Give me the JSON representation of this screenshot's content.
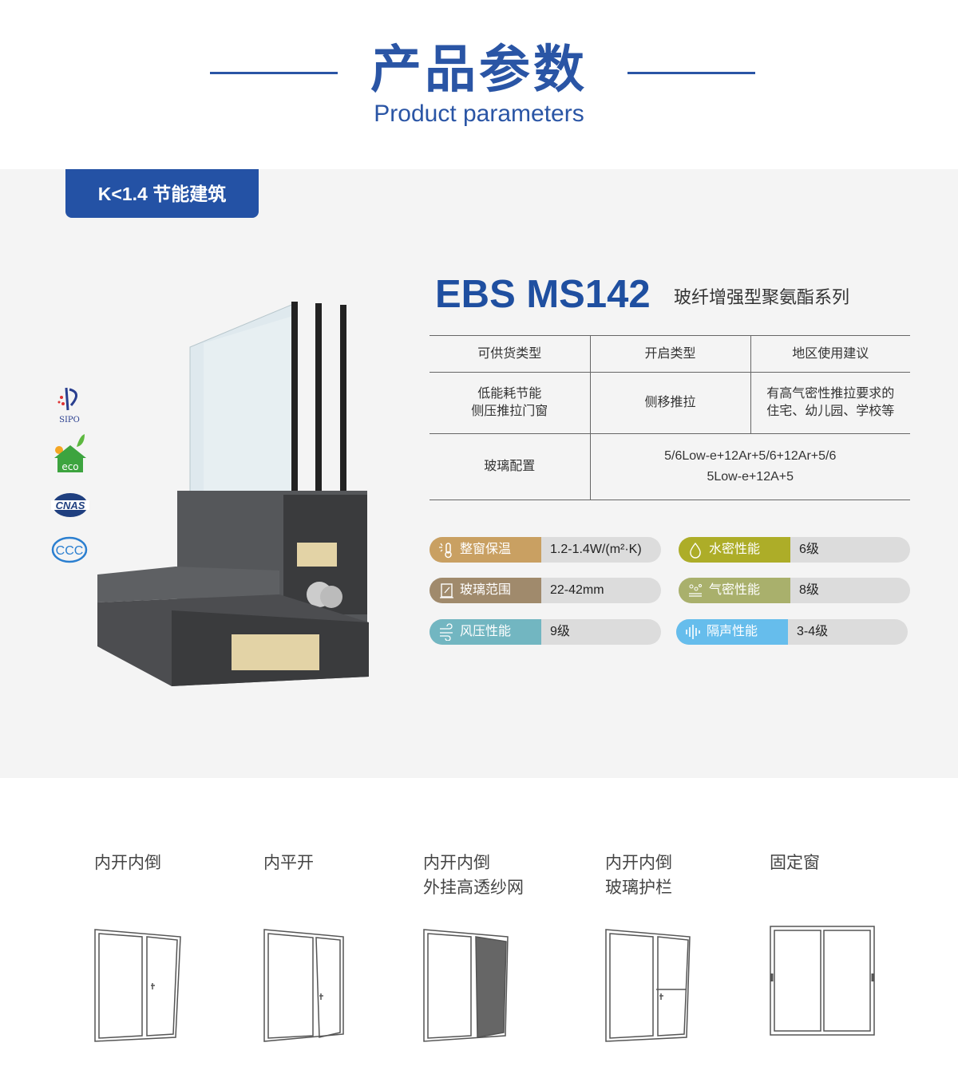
{
  "header": {
    "title": "产品参数",
    "subtitle": "Product parameters"
  },
  "badge": "K<1.4 节能建筑",
  "product": {
    "model": "EBS MS142",
    "series": "玻纤增强型聚氨酯系列"
  },
  "certifications": [
    {
      "name": "SIPO",
      "label": "SIPO"
    },
    {
      "name": "eco",
      "label": "eco"
    },
    {
      "name": "CNAS",
      "label": "CNAS"
    },
    {
      "name": "CCC",
      "label": "CCC"
    }
  ],
  "table": {
    "headers": [
      "可供货类型",
      "开启类型",
      "地区使用建议"
    ],
    "row1": [
      "低能耗节能\n侧压推拉门窗",
      "侧移推拉",
      "有高气密性推拉要求的\n住宅、幼儿园、学校等"
    ],
    "row2": {
      "label": "玻璃配置",
      "value_line1": "5/6Low-e+12Ar+5/6+12Ar+5/6",
      "value_line2": "5Low-e+12A+5"
    }
  },
  "specs": [
    {
      "label": "整窗保温",
      "value": "1.2-1.4W/(m²·K)",
      "icon": "thermometer-icon",
      "color": "#c9a062"
    },
    {
      "label": "水密性能",
      "value": "6级",
      "icon": "water-drop-icon",
      "color": "#adad28"
    },
    {
      "label": "玻璃范围",
      "value": "22-42mm",
      "icon": "glass-icon",
      "color": "#a08a6c"
    },
    {
      "label": "气密性能",
      "value": "8级",
      "icon": "air-icon",
      "color": "#a9b06c"
    },
    {
      "label": "风压性能",
      "value": "9级",
      "icon": "wind-icon",
      "color": "#72b6c1"
    },
    {
      "label": "隔声性能",
      "value": "3-4级",
      "icon": "sound-icon",
      "color": "#66bdec"
    }
  ],
  "opening_types": [
    {
      "line1": "内开内倒",
      "line2": ""
    },
    {
      "line1": "内平开",
      "line2": ""
    },
    {
      "line1": "内开内倒",
      "line2": "外挂高透纱网"
    },
    {
      "line1": "内开内倒",
      "line2": "玻璃护栏"
    },
    {
      "line1": "固定窗",
      "line2": ""
    }
  ]
}
